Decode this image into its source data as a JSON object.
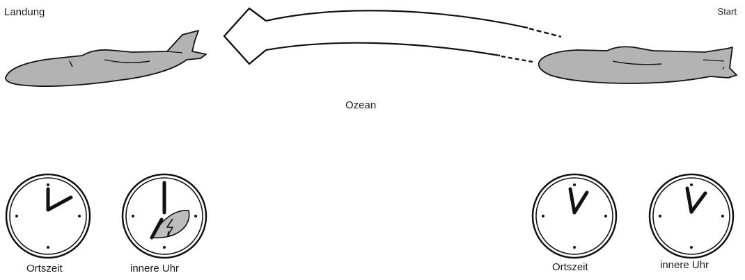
{
  "landing": {
    "label": "Landung"
  },
  "start": {
    "label": "Start"
  },
  "ocean": {
    "label": "Ozean"
  },
  "clock_labels": {
    "local_time": "Ortszeit",
    "body_clock": "innere Uhr"
  },
  "colors": {
    "plane_fill": "#b3b3b3",
    "ink": "#111111",
    "zone_fill": "#bdbdbd"
  }
}
